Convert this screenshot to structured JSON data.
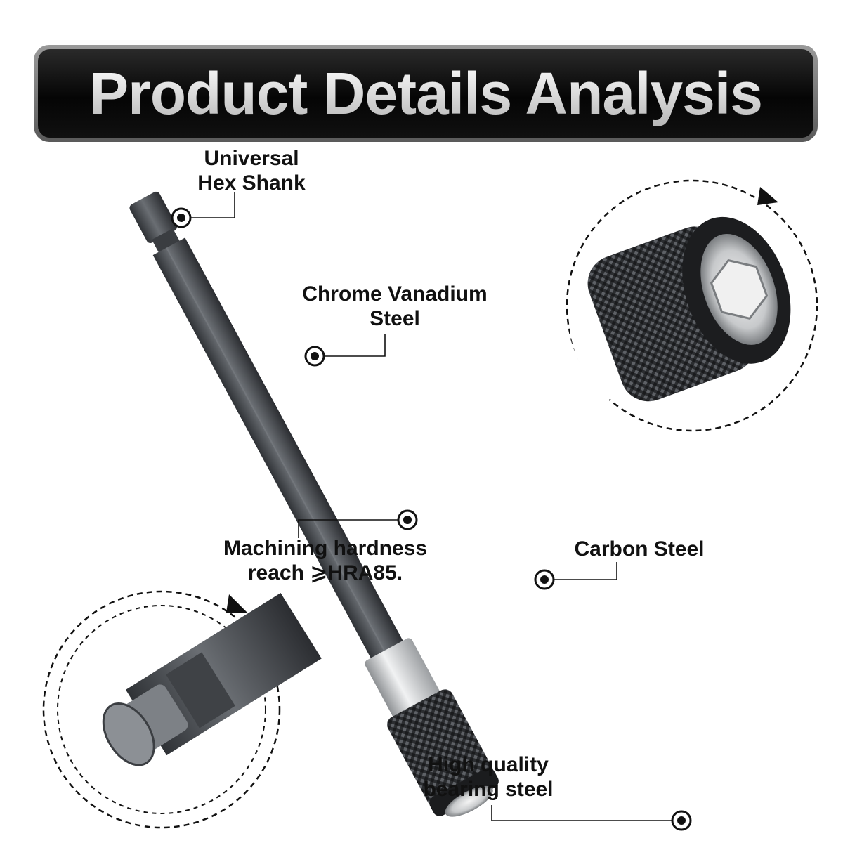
{
  "banner": {
    "title": "Product Details Analysis"
  },
  "labels": {
    "hex_shank": {
      "line1": "Universal",
      "line2": "Hex Shank"
    },
    "chrome": {
      "line1": "Chrome Vanadium",
      "line2": "Steel"
    },
    "machining": {
      "line1": "Machining hardness",
      "line2": "reach ⩾HRA85."
    },
    "carbon": {
      "line1": "Carbon Steel"
    },
    "bearing": {
      "line1": "High quality",
      "line2": "bearing steel"
    }
  },
  "colors": {
    "shaft": "#4e5155",
    "knurl": "#2b2d30",
    "sleeve": "#c9cbcd",
    "callout": "#111111",
    "banner_bg": "#0a0a0a"
  },
  "icons": [
    "callout-marker-icon",
    "rotate-arrow-icon"
  ]
}
